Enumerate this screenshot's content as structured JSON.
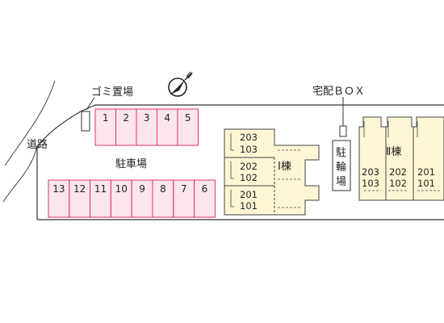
{
  "labels": {
    "road": "道路",
    "garbage": "ゴミ置場",
    "parking": "駐車場",
    "delivery_box": "宅配ＢＯＸ",
    "bicycle_parking": "駐輪場",
    "building_1": "Ⅰ棟",
    "building_2": "Ⅱ棟"
  },
  "compass_icon": "north-arrow-icon",
  "parking_top": [
    "1",
    "2",
    "3",
    "4",
    "5"
  ],
  "parking_bottom": [
    "13",
    "12",
    "11",
    "10",
    "9",
    "8",
    "7",
    "6"
  ],
  "building_1_units": [
    {
      "top": "203",
      "bottom": "103"
    },
    {
      "top": "202",
      "bottom": "102"
    },
    {
      "top": "201",
      "bottom": "101"
    }
  ],
  "building_2_units": [
    {
      "top": "203",
      "bottom": "103"
    },
    {
      "top": "202",
      "bottom": "102"
    },
    {
      "top": "201",
      "bottom": "101"
    }
  ],
  "colors": {
    "parking_fill": "#fbe6ec",
    "parking_stroke": "#e0306a",
    "building_fill": "#fdf6d4",
    "line": "#333333"
  }
}
